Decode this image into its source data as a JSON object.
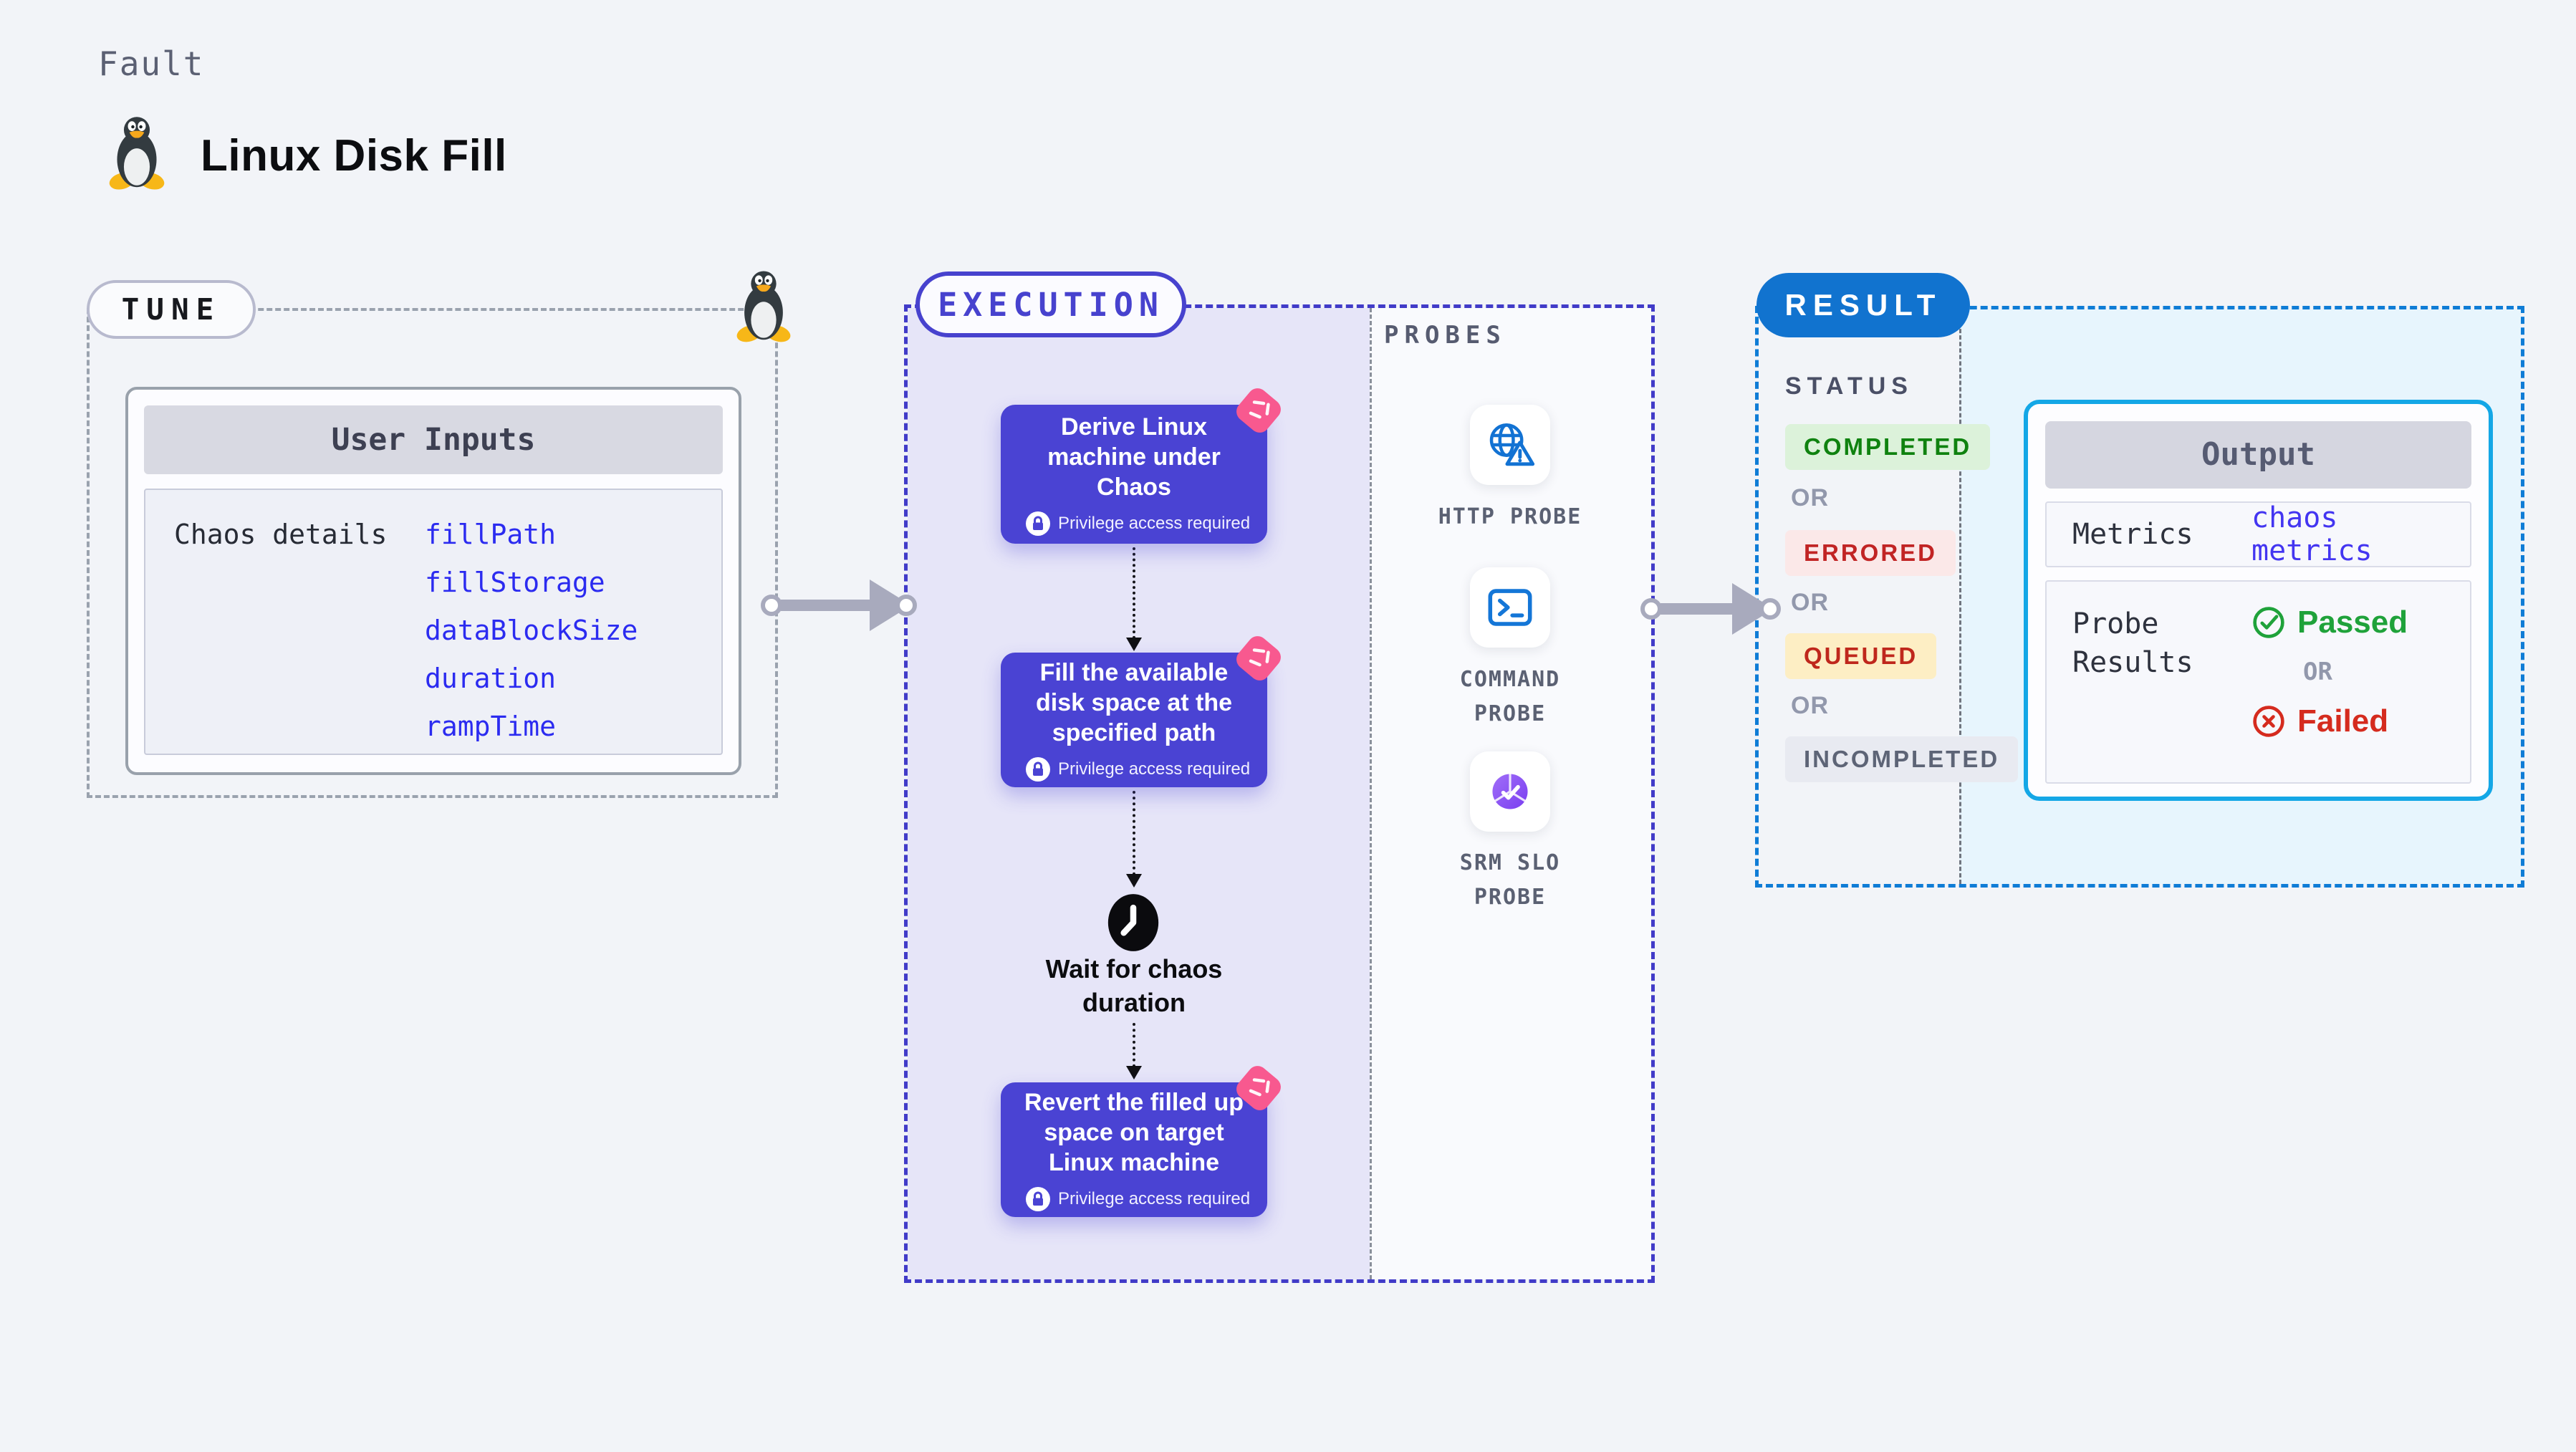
{
  "page": {
    "eyebrow": "Fault",
    "title": "Linux Disk Fill"
  },
  "tune": {
    "badge": "TUNE",
    "table": {
      "header": "User Inputs",
      "row_label": "Chaos details",
      "values": [
        "fillPath",
        "fillStorage",
        "dataBlockSize",
        "duration",
        "rampTime"
      ]
    }
  },
  "execution": {
    "badge": "EXECUTION",
    "steps": [
      {
        "title": "Derive Linux machine under Chaos",
        "note": "Privilege access required"
      },
      {
        "title": "Fill the available disk space at the specified path",
        "note": "Privilege access required"
      },
      {
        "title": "Revert the filled up space on target Linux machine",
        "note": "Privilege access required"
      }
    ],
    "wait_label": "Wait for chaos duration"
  },
  "probes": {
    "heading": "PROBES",
    "items": [
      {
        "label": "HTTP PROBE",
        "icon": "globe-alert-icon"
      },
      {
        "label": "COMMAND PROBE",
        "icon": "terminal-icon"
      },
      {
        "label": "SRM SLO PROBE",
        "icon": "slo-donut-icon"
      }
    ]
  },
  "result": {
    "badge": "RESULT",
    "status_heading": "STATUS",
    "or_label": "OR",
    "statuses": [
      {
        "label": "COMPLETED",
        "fg": "#0f820f",
        "bg": "#dcf2da"
      },
      {
        "label": "ERRORED",
        "fg": "#c12424",
        "bg": "#fbe8e8"
      },
      {
        "label": "QUEUED",
        "fg": "#bf271c",
        "bg": "#fdeec4"
      },
      {
        "label": "INCOMPLETED",
        "fg": "#5d6476",
        "bg": "#e8eaf1"
      }
    ],
    "output": {
      "header": "Output",
      "metrics_label": "Metrics",
      "metrics_link": "chaos metrics",
      "probe_results_label": "Probe Results",
      "passed_label": "Passed",
      "or_label": "OR",
      "failed_label": "Failed"
    }
  },
  "colors": {
    "page_bg": "#f2f4f8",
    "accent_indigo": "#4742ce",
    "card_purple": "#4a43d3",
    "lavender_fill": "#e6e5f8",
    "pink_badge": "#f8598f",
    "result_blue": "#1173cf",
    "result_fill": "#e7f5fd",
    "output_border": "#14a7e6",
    "link_blue": "#2b2bf0",
    "passed_green": "#1fa23a",
    "failed_red": "#d52b1e",
    "arrow_grey": "#a8aabd"
  }
}
